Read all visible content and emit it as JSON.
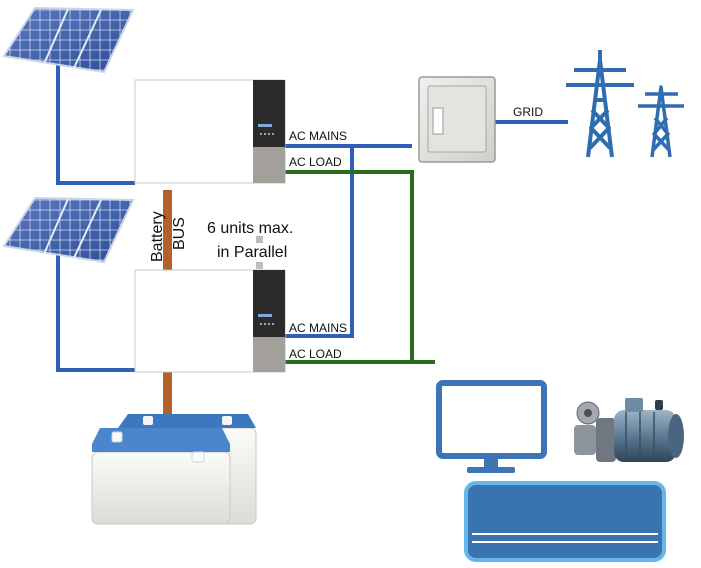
{
  "diagram": {
    "inverter_labels": {
      "ac_mains": "AC MAINS",
      "ac_load": "AC LOAD"
    },
    "grid_label": "GRID",
    "battery_bus_label": [
      "Battery",
      "BUS"
    ],
    "parallel_note": [
      "6 units max.",
      "in Parallel"
    ],
    "colors": {
      "mains_line": "#2f5fb8",
      "load_line": "#2a6b1e",
      "battery_bus": "#b5602a",
      "panel_blue": "#3b5fa8",
      "appliance_blue": "#3a74b0"
    },
    "icons": {
      "solar_panel": "solar-panel-icon",
      "inverter": "inverter-icon",
      "distribution_box": "distribution-box-icon",
      "grid_tower": "power-tower-icon",
      "battery": "battery-icon",
      "monitor": "monitor-icon",
      "pump": "water-pump-icon",
      "air_conditioner": "air-conditioner-icon"
    }
  }
}
